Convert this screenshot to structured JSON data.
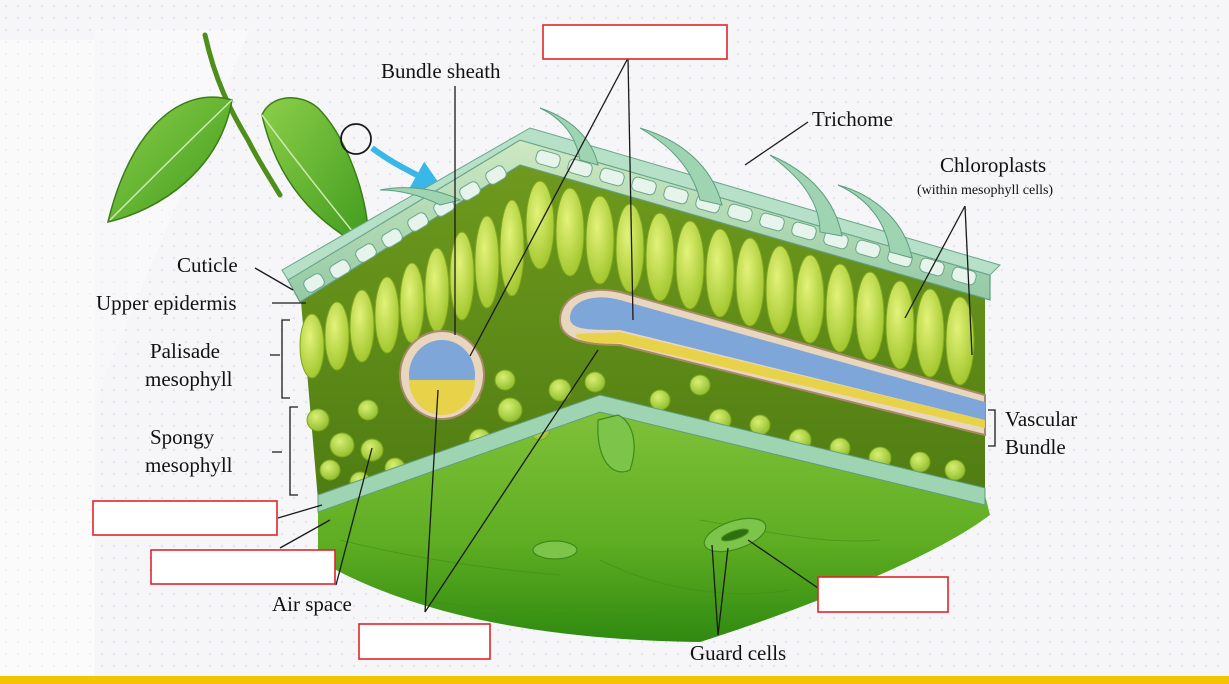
{
  "colors": {
    "page_background": "#f6f6f8",
    "label_text": "#111111",
    "blank_box_border": "#e0262b",
    "bottom_bar": "#f5c400",
    "arrow": "#39b8e8",
    "leaf_green": "#5fae2e",
    "mesophyll_yellow_green": "#c6e04a",
    "xylem_blue": "#7ea6d8",
    "phloem_yellow": "#e8d24a",
    "epidermis_teal": "#a8d8c4"
  },
  "labels": {
    "bundle_sheath": "Bundle sheath",
    "trichome": "Trichome",
    "chloroplasts": "Chloroplasts",
    "chloroplasts_note": "(within mesophyll cells)",
    "cuticle": "Cuticle",
    "upper_epidermis": "Upper epidermis",
    "palisade_line1": "Palisade",
    "palisade_line2": "mesophyll",
    "spongy_line1": "Spongy",
    "spongy_line2": "mesophyll",
    "vascular_line1": "Vascular",
    "vascular_line2": "Bundle",
    "air_space": "Air space",
    "guard_cells": "Guard cells"
  },
  "blanks": {
    "count": 5
  }
}
